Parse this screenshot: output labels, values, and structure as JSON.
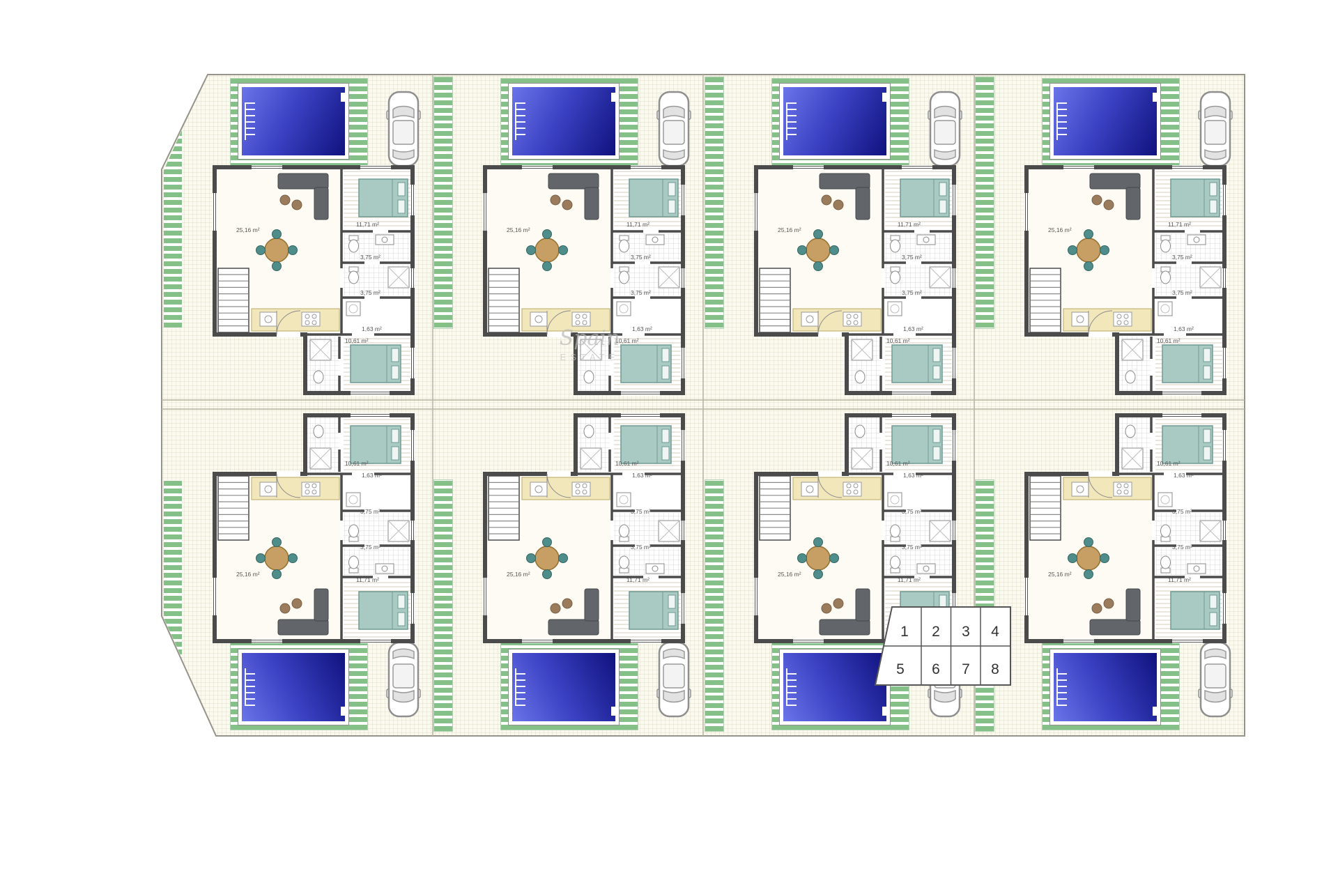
{
  "watermark": {
    "line1": "Spain",
    "line2": "ESTATE"
  },
  "legend": {
    "cells": [
      "1",
      "2",
      "3",
      "4",
      "5",
      "6",
      "7",
      "8"
    ]
  },
  "site": {
    "rows": 2,
    "columns": 4,
    "plot_count": 8
  },
  "plots": [
    {
      "id": "1",
      "row": "top",
      "col": 0
    },
    {
      "id": "2",
      "row": "top",
      "col": 1
    },
    {
      "id": "3",
      "row": "top",
      "col": 2
    },
    {
      "id": "4",
      "row": "top",
      "col": 3
    },
    {
      "id": "5",
      "row": "bottom",
      "col": 0
    },
    {
      "id": "6",
      "row": "bottom",
      "col": 1
    },
    {
      "id": "7",
      "row": "bottom",
      "col": 2
    },
    {
      "id": "8",
      "row": "bottom",
      "col": 3
    }
  ],
  "house": {
    "rooms": {
      "living": "25,16 m²",
      "bedroom1": "11,71 m²",
      "bath1": "3,75 m²",
      "bath2": "3,75 m²",
      "hall": "1,63 m²",
      "bedroom2": "10,61 m²"
    }
  },
  "colors": {
    "pool_dark": "#10127e",
    "pool_mid": "#3b42c4",
    "pool_light": "#6b74e8",
    "lawn_green": "#84c087",
    "wall_gray": "#4b4b4b",
    "bed_teal": "#a9cac3",
    "ground": "#fbfaf1"
  }
}
